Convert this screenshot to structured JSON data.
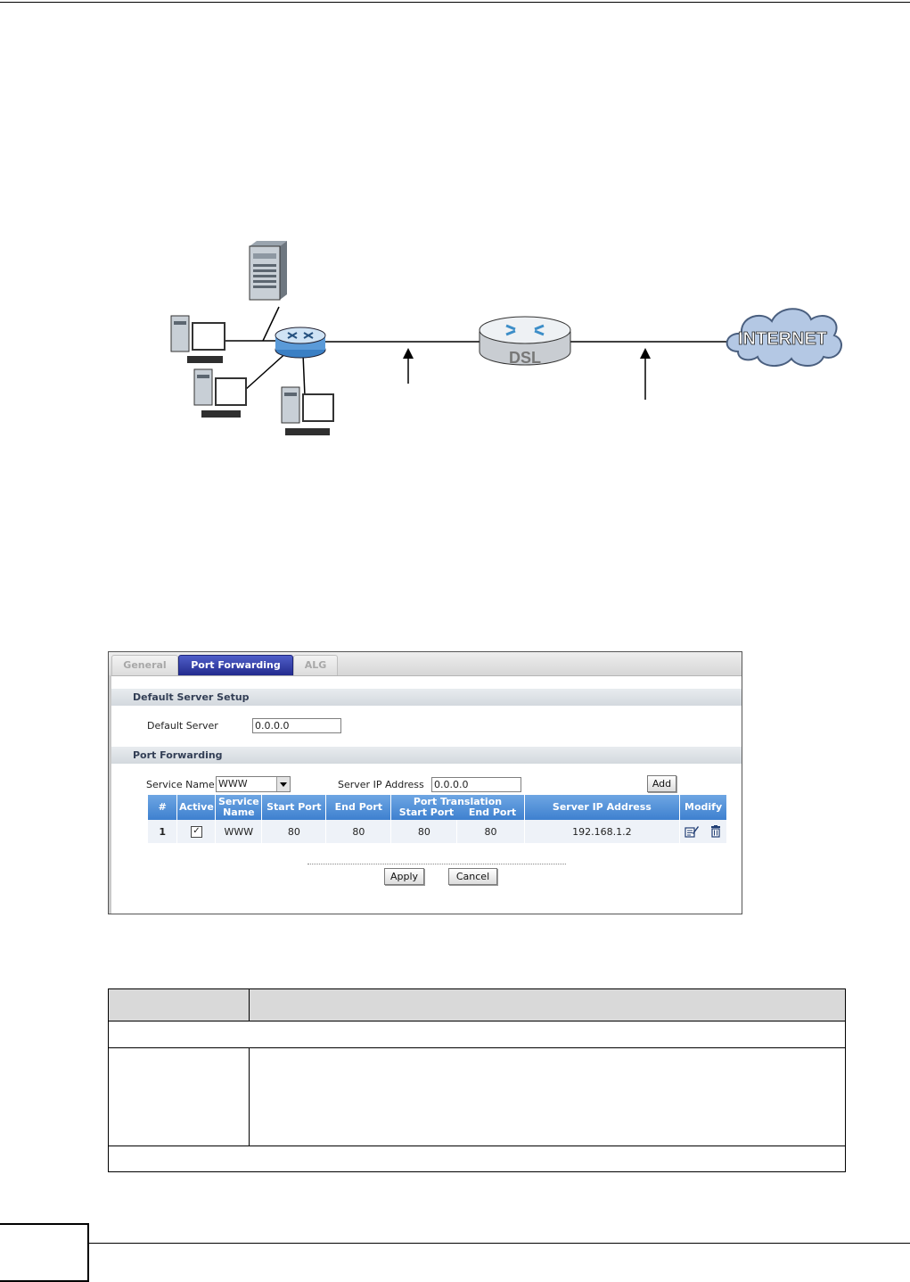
{
  "diagram": {
    "cloud_label": "INTERNET",
    "modem_label": "DSL"
  },
  "panel": {
    "tabs": [
      {
        "label": "General",
        "active": false
      },
      {
        "label": "Port Forwarding",
        "active": true
      },
      {
        "label": "ALG",
        "active": false
      }
    ],
    "default_server_section": "Default Server Setup",
    "default_server_label": "Default Server",
    "default_server_value": "0.0.0.0",
    "port_forwarding_section": "Port Forwarding",
    "service_name_label": "Service Name",
    "service_name_value": "WWW",
    "server_ip_label": "Server IP Address",
    "server_ip_value": "0.0.0.0",
    "add_label": "Add",
    "table": {
      "headers": {
        "num": "#",
        "active": "Active",
        "service_name_1": "Service",
        "service_name_2": "Name",
        "start_port": "Start Port",
        "end_port": "End Port",
        "port_translation": "Port Translation",
        "pt_start": "Start Port",
        "pt_end": "End Port",
        "server_ip": "Server IP Address",
        "modify": "Modify"
      },
      "rows": [
        {
          "num": "1",
          "active": true,
          "service_name": "WWW",
          "start_port": "80",
          "end_port": "80",
          "pt_start": "80",
          "pt_end": "80",
          "server_ip": "192.168.1.2"
        }
      ]
    },
    "apply_label": "Apply",
    "cancel_label": "Cancel"
  },
  "colors": {
    "active_tab": "#232b8e",
    "table_header": "#3e80cf",
    "row_bg": "#eef2f8"
  }
}
